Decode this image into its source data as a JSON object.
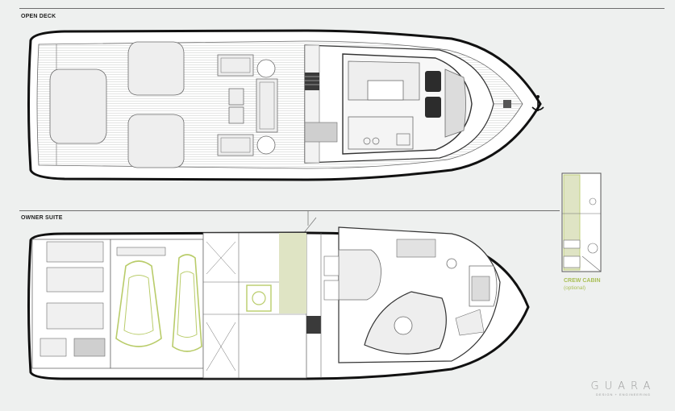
{
  "sections": {
    "open_deck": {
      "label": "OPEN DECK"
    },
    "owner_suite": {
      "label": "OWNER SUITE"
    }
  },
  "crew_cabin": {
    "title": "CREW CABIN",
    "note": "(optional)"
  },
  "logo": {
    "word": "GUARA",
    "sub": "DESIGN + ENGINEERING"
  },
  "colors": {
    "background": "#eef0ef",
    "hull": "#111111",
    "line": "#6b6b6b",
    "accent": "#b9cc6a",
    "accent_fill": "#dfe4c4"
  }
}
